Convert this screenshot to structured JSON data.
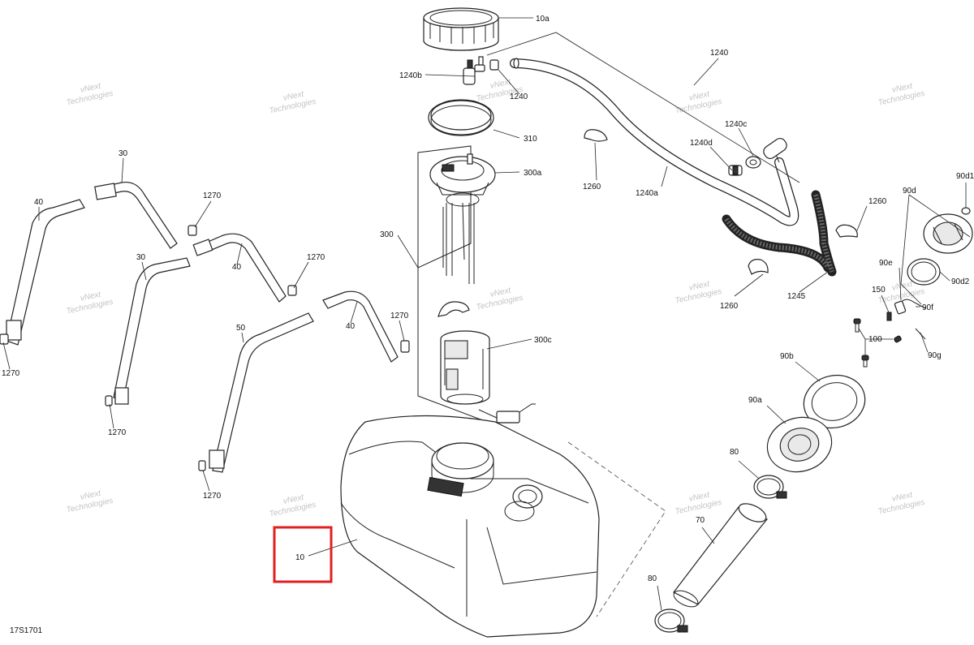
{
  "diagram_id": "17S1701",
  "watermark": {
    "line1": "vNext",
    "line2": "Technologies"
  },
  "callouts": {
    "c10a": "10a",
    "c1240": "1240",
    "c1240b": "1240b",
    "c1240_lbl2": "1240",
    "c310": "310",
    "c300a": "300a",
    "c300": "300",
    "c300c": "300c",
    "c1260_a": "1260",
    "c1240a": "1240a",
    "c1240c": "1240c",
    "c1240d": "1240d",
    "c1260_b": "1260",
    "c1260_c": "1260",
    "c1245": "1245",
    "c90d": "90d",
    "c90d1": "90d1",
    "c90d2": "90d2",
    "c90e": "90e",
    "c150": "150",
    "c90f": "90f",
    "c100": "100",
    "c90g": "90g",
    "c90b": "90b",
    "c90a": "90a",
    "c80_a": "80",
    "c70": "70",
    "c80_b": "80",
    "c10": "10",
    "c30_a": "30",
    "c40_a": "40",
    "c1270_a": "1270",
    "c1270_b": "1270",
    "c30_b": "30",
    "c40_b": "40",
    "c1270_c": "1270",
    "c1270_d": "1270",
    "c50": "50",
    "c40_c": "40",
    "c1270_e": "1270",
    "c1270_f": "1270"
  },
  "highlight": {
    "target": "10",
    "color": "#e02020"
  }
}
